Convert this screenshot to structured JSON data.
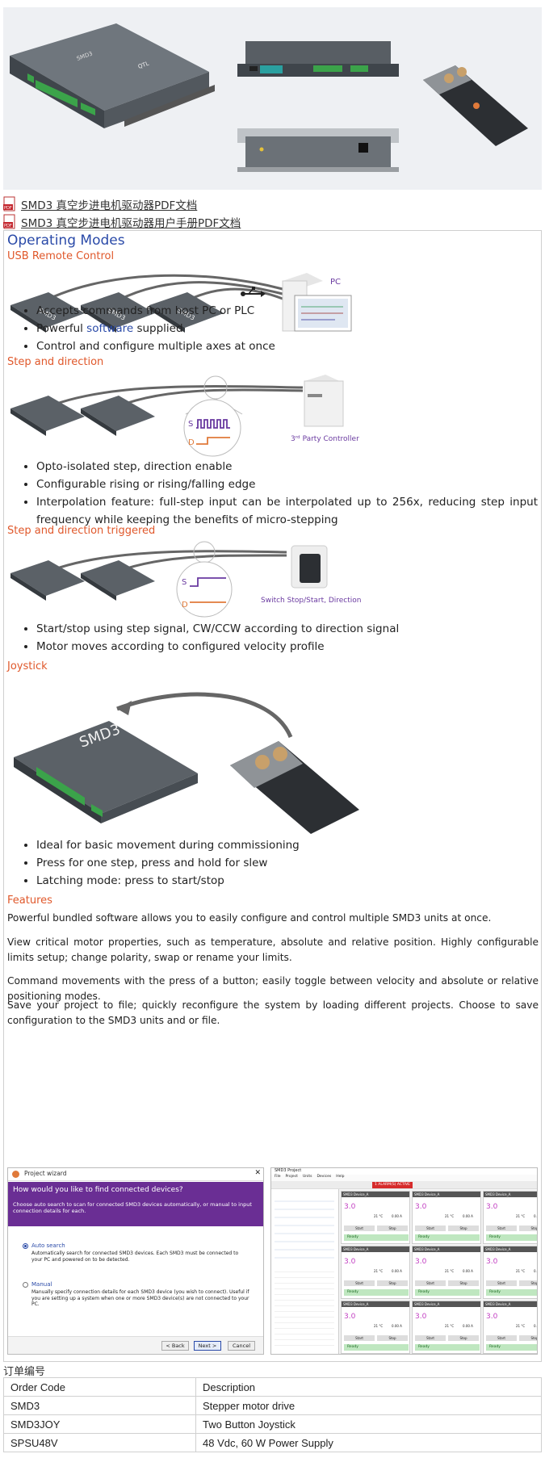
{
  "links": [
    {
      "label": "SMD3 真空步进电机驱动器PDF文档",
      "icon": "pdf-file-icon"
    },
    {
      "label": "SMD3 真空步进电机驱动器用户手册PDF文档",
      "icon": "pdf-file-icon"
    }
  ],
  "heading": "Operating Modes",
  "modes": {
    "usb": {
      "title": "USB Remote Control",
      "diagram": {
        "pc_label": "PC",
        "unit_label": "SMD3"
      },
      "bullets": [
        "Accepts commands from host PC or PLC",
        "Control and configure multiple axes at once"
      ],
      "software_bullet": {
        "before": "Powerful ",
        "link": "software",
        "after": " supplied"
      }
    },
    "step_dir": {
      "title": "Step and direction",
      "diagram": {
        "s_label": "S",
        "d_label": "D",
        "controller_label": "3ʳᵈ Party Controller"
      },
      "bullets": [
        "Opto-isolated step, direction enable",
        "Configurable rising or rising/falling edge",
        "Interpolation feature: full-step input can be interpolated up to 256x, reducing step input frequency while keeping the benefits of micro-stepping"
      ]
    },
    "triggered": {
      "title": "Step and direction triggered",
      "diagram": {
        "s_label": "S",
        "d_label": "D",
        "switch_label": "Switch Stop/Start, Direction"
      },
      "bullets": [
        "Start/stop using step signal, CW/CCW according to direction signal",
        "Motor moves according to configured velocity profile"
      ]
    },
    "joystick": {
      "title": "Joystick",
      "diagram": {
        "unit_label": "SMD3"
      },
      "bullets": [
        "Ideal for basic movement during commissioning",
        "Press for one step, press and hold for slew",
        "Latching mode: press to start/stop"
      ]
    }
  },
  "features": {
    "title": "Features",
    "paragraphs": [
      "Powerful bundled software allows you to easily configure and control multiple SMD3 units at once.",
      "View critical motor properties, such as temperature, absolute and relative position. Highly configurable limits setup; change polarity, swap or rename your limits.",
      "Command movements with the press of a button; easily toggle between velocity and absolute or relative positioning modes.",
      "Save your project to file; quickly reconfigure the system by loading different projects. Choose to save configuration to the SMD3 units and or file."
    ]
  },
  "wizard": {
    "title": "Project wizard",
    "question": "How would you like to find connected devices?",
    "intro": "Choose auto search to scan for connected SMD3 devices automatically, or manual to input connection details for each.",
    "auto_label": "Auto search",
    "auto_desc": "Automatically search for connected SMD3 devices. Each SMD3 must be connected to your PC and powered on to be detected.",
    "manual_label": "Manual",
    "manual_desc": "Manually specify connection details for each SMD3 device (you wish to connect). Useful if you are setting up a system when one or more SMD3 device(s) are not connected to your PC.",
    "back": "< Back",
    "next": "Next >",
    "cancel": "Cancel"
  },
  "app": {
    "title": "SMD3 Project",
    "menu": [
      "File",
      "Project",
      "Units",
      "Devices",
      "Help"
    ],
    "alarm": "1 ALARM(S) ACTIVE",
    "panel_title": "SMD3 Device_A",
    "value": "3.0",
    "start": "Start",
    "stop": "Stop",
    "ready": "Ready",
    "temp": "21 °C",
    "current": "0.00 A"
  },
  "order_title": "订单编号",
  "orders": {
    "headers": [
      "Order Code",
      "Description"
    ],
    "rows": [
      [
        "SMD3",
        "Stepper motor drive"
      ],
      [
        "SMD3JOY",
        "Two Button Joystick"
      ],
      [
        "SPSU48V",
        "48 Vdc, 60 W Power Supply"
      ]
    ]
  },
  "colors": {
    "heading": "#2a4aa8",
    "subheading": "#e0582b",
    "wizard_header": "#6a2e94",
    "step_signal": "#6a3aa0",
    "dir_signal": "#e07a3a"
  }
}
